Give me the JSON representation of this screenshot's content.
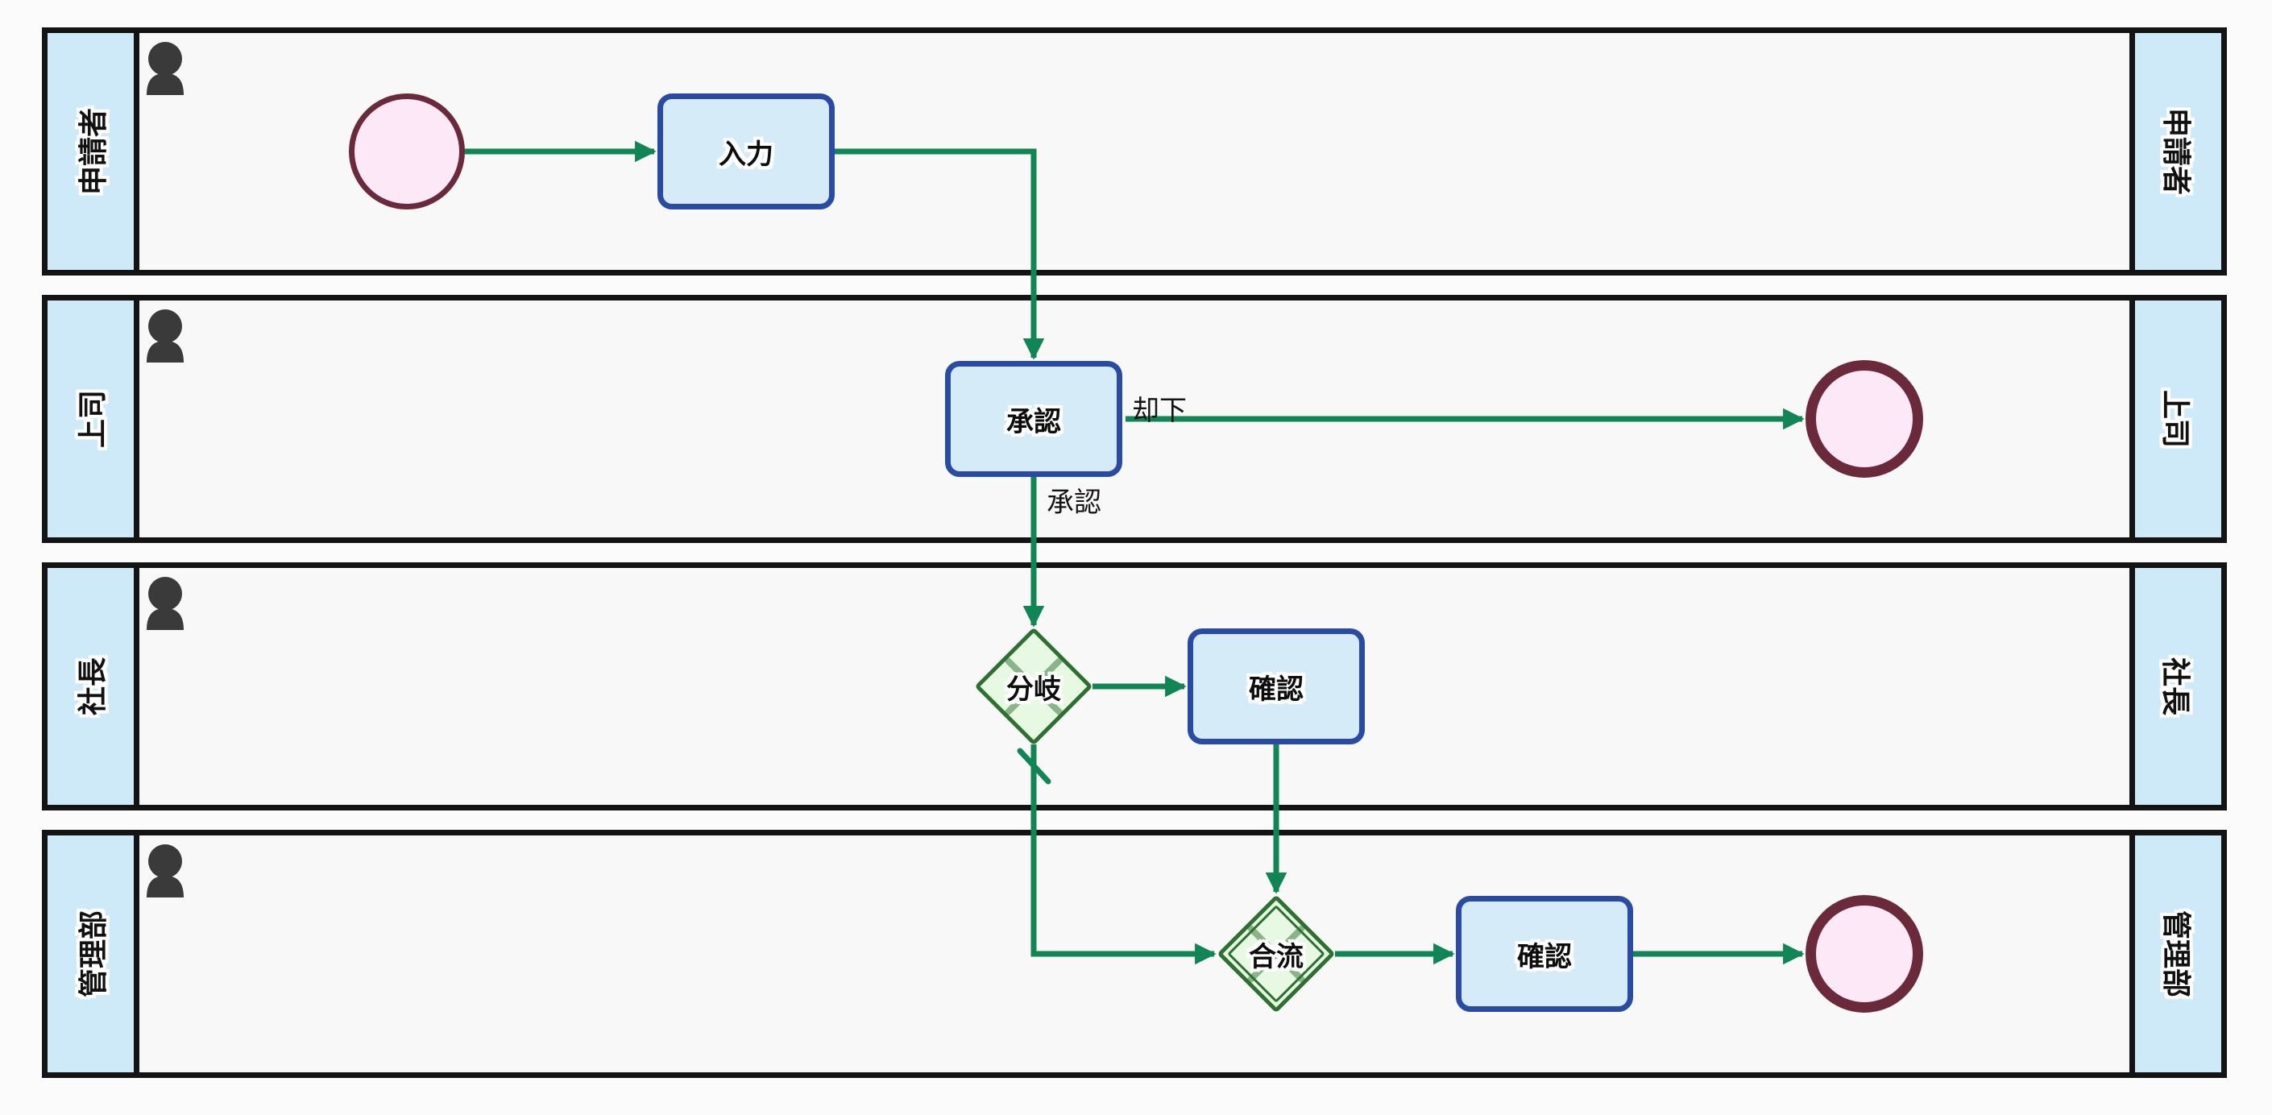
{
  "lanes": [
    {
      "label": "申請者"
    },
    {
      "label": "上司"
    },
    {
      "label": "社長"
    },
    {
      "label": "管理部"
    }
  ],
  "nodes": {
    "start_event": {
      "type": "start-event",
      "lane": "申請者"
    },
    "input_task": {
      "type": "task",
      "label": "入力",
      "lane": "申請者"
    },
    "approve_task": {
      "type": "task",
      "label": "承認",
      "lane": "上司"
    },
    "reject_end_event": {
      "type": "end-event",
      "lane": "上司"
    },
    "branch_gateway": {
      "type": "exclusive-gateway",
      "label": "分岐",
      "lane": "社長"
    },
    "president_confirm_task": {
      "type": "task",
      "label": "確認",
      "lane": "社長"
    },
    "merge_gateway": {
      "type": "merge-gateway",
      "label": "合流",
      "lane": "管理部"
    },
    "admin_confirm_task": {
      "type": "task",
      "label": "確認",
      "lane": "管理部"
    },
    "final_end_event": {
      "type": "end-event",
      "lane": "管理部"
    }
  },
  "edges": [
    {
      "from": "start_event",
      "to": "input_task",
      "label": ""
    },
    {
      "from": "input_task",
      "to": "approve_task",
      "label": ""
    },
    {
      "from": "approve_task",
      "to": "reject_end_event",
      "label": "却下"
    },
    {
      "from": "approve_task",
      "to": "branch_gateway",
      "label": "承認"
    },
    {
      "from": "branch_gateway",
      "to": "president_confirm_task",
      "label": ""
    },
    {
      "from": "branch_gateway",
      "to": "merge_gateway",
      "label": "",
      "default_flow": true
    },
    {
      "from": "president_confirm_task",
      "to": "merge_gateway",
      "label": ""
    },
    {
      "from": "merge_gateway",
      "to": "admin_confirm_task",
      "label": ""
    },
    {
      "from": "admin_confirm_task",
      "to": "final_end_event",
      "label": ""
    }
  ],
  "icons": {
    "lane_actor": "person-icon"
  },
  "colors": {
    "lane_header_fill": "#cee9f7",
    "lane_body_fill": "#f8f8f8",
    "lane_border": "#141414",
    "task_fill": "#d5ebf8",
    "task_border": "#2a4ba3",
    "event_fill": "#fce8f6",
    "event_border": "#6b2a3c",
    "gateway_fill": "#e7f8e3",
    "gateway_border": "#2e7030",
    "flow_arrow": "#128556",
    "actor_icon": "#3a3a3a",
    "label_text": "#111111"
  }
}
